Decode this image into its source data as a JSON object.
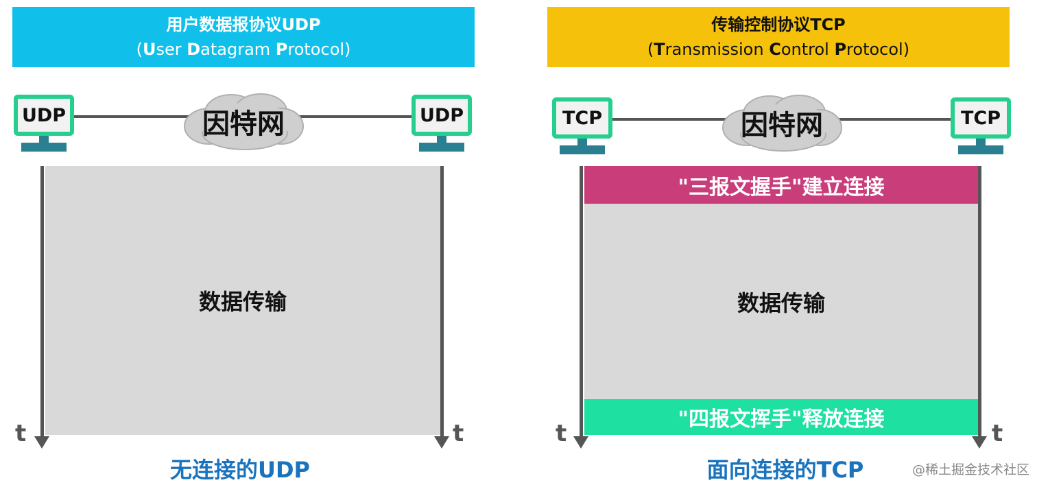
{
  "udp": {
    "title": "用户数据报协议UDP",
    "subtitle": {
      "open": "(",
      "w1_initial": "U",
      "w1_rest": "ser ",
      "w2_initial": "D",
      "w2_rest": "atagram ",
      "w3_initial": "P",
      "w3_rest": "rotocol)"
    },
    "host_left": "UDP",
    "host_right": "UDP",
    "network": "因特网",
    "transfer": "数据传输",
    "time_left": "t",
    "time_right": "t",
    "caption": "无连接的UDP"
  },
  "tcp": {
    "title": "传输控制协议TCP",
    "subtitle": {
      "open": "(",
      "w1_initial": "T",
      "w1_rest": "ransmission ",
      "w2_initial": "C",
      "w2_rest": "ontrol ",
      "w3_initial": "P",
      "w3_rest": "rotocol)"
    },
    "host_left": "TCP",
    "host_right": "TCP",
    "network": "因特网",
    "handshake": "\"三报文握手\"建立连接",
    "transfer": "数据传输",
    "teardown": "\"四报文挥手\"释放连接",
    "time_left": "t",
    "time_right": "t",
    "caption": "面向连接的TCP"
  },
  "watermark": "@稀土掘金技术社区",
  "colors": {
    "udp_banner": "#10c0ea",
    "tcp_banner": "#f5c10a",
    "monitor_frame": "#26cf8e",
    "handshake_bar": "#c93d7b",
    "teardown_bar": "#1ee0a0",
    "caption": "#1a73bd"
  }
}
